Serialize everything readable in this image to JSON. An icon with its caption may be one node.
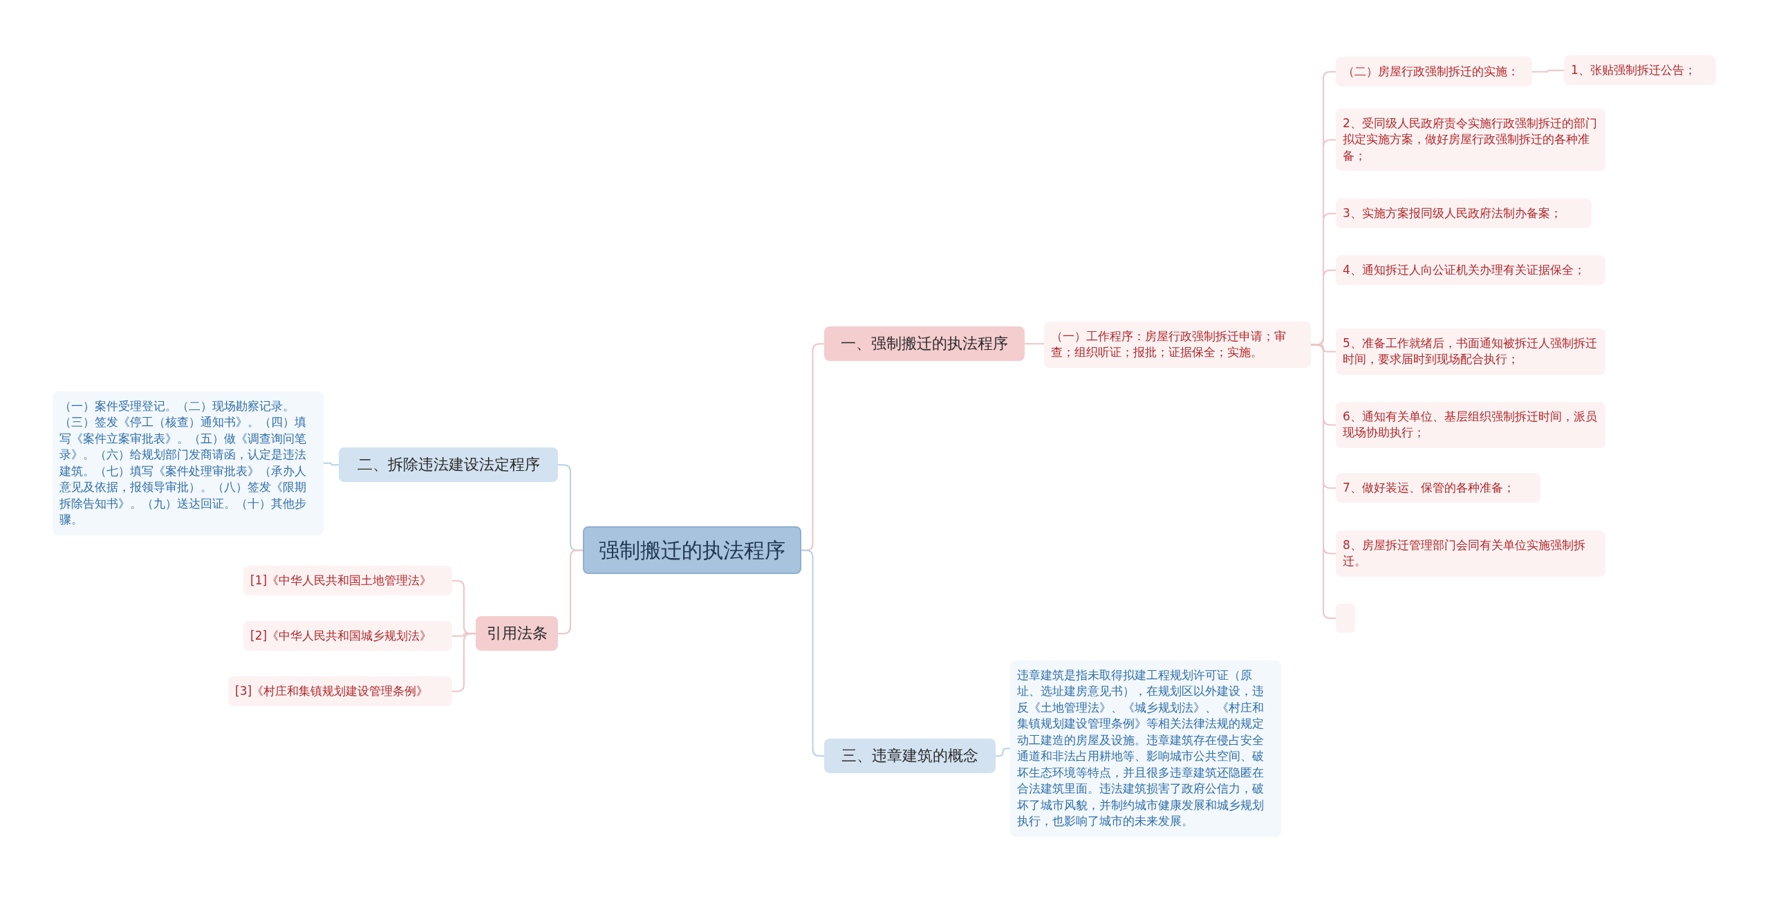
{
  "diagram": {
    "nodes": [
      {
        "text": [
          "强制搬迁的执法程序"
        ]
      },
      {
        "text": [
          "一、强制搬迁的执法程序"
        ]
      },
      {
        "text": [
          "（一）工作程序：房屋行政强制拆迁申请；审查；组织听证；报批；证据保全；实施。"
        ]
      },
      {
        "text": [
          "（二）房屋行政强制拆迁的实施："
        ]
      },
      {
        "text": [
          "1、张贴强制拆迁公告；"
        ]
      },
      {
        "text": [
          "2、受同级人民政府责令实施行政强制拆迁的部门拟定实施方案，做好房屋行政强制拆迁的各种准备；"
        ]
      },
      {
        "text": [
          "3、实施方案报同级人民政府法制办备案；"
        ]
      },
      {
        "text": [
          "4、通知拆迁人向公证机关办理有关证据保全；"
        ]
      },
      {
        "text": [
          "5、准备工作就绪后，书面通知被拆迁人强制拆迁时间，要求届时到现场配合执行；"
        ]
      },
      {
        "text": [
          "6、通知有关单位、基层组织强制拆迁时间，派员现场协助执行；"
        ]
      },
      {
        "text": [
          "7、做好装运、保管的各种准备；"
        ]
      },
      {
        "text": [
          "8、房屋拆迁管理部门会同有关单位实施强制拆迁。"
        ]
      },
      {
        "text": [],
        "shape": "box"
      },
      {
        "text": [
          "二、拆除违法建设法定程序"
        ]
      },
      {
        "text": [
          "（一）案件受理登记。（二）现场勘察记录。（三）签发《停工（核查）通知书》。（四）填写《案件立案审批表》。（五）做《调查询问笔录》。（六）给规划部门发商请函，认定是违法建筑。（七）填写《案件处理审批表》（承办人意见及依据，报领导审批）。（八）签发《限期拆除告知书》。（九）送达回证。（十）其他步骤。"
        ]
      },
      {
        "text": [
          "引用法条"
        ]
      },
      {
        "text": [
          "[1]《中华人民共和国土地管理法》"
        ]
      },
      {
        "text": [
          "[2]《中华人民共和国城乡规划法》"
        ]
      },
      {
        "text": [
          "[3]《村庄和集镇规划建设管理条例》"
        ]
      },
      {
        "text": [
          "三、违章建筑的概念"
        ]
      },
      {
        "text": [
          "违章建筑是指未取得拟建工程规划许可证（原址、选址建房意见书），在规划区以外建设，违反《土地管理法》、《城乡规划法》、《村庄和集镇规划建设管理条例》等相关法律法规的规定动工建造的房屋及设施。违章建筑存在侵占安全通道和非法占用耕地等、影响城市公共空间、破坏生态环境等特点，并且很多违章建筑还隐匿在合法建筑里面。违法建筑损害了政府公信力，破坏了城市风貌，并制约城市健康发展和城乡规划执行，也影响了城市的未来发展。"
        ]
      }
    ],
    "edges": [
      {
        "from": 0,
        "to": 1,
        "arrow": "none"
      },
      {
        "from": 1,
        "to": 2,
        "arrow": "none"
      },
      {
        "from": 2,
        "to": 3,
        "arrow": "none"
      },
      {
        "from": 3,
        "to": 4,
        "arrow": "none"
      },
      {
        "from": 2,
        "to": 5,
        "arrow": "none"
      },
      {
        "from": 2,
        "to": 6,
        "arrow": "none"
      },
      {
        "from": 2,
        "to": 7,
        "arrow": "none"
      },
      {
        "from": 2,
        "to": 8,
        "arrow": "none"
      },
      {
        "from": 2,
        "to": 9,
        "arrow": "none"
      },
      {
        "from": 2,
        "to": 10,
        "arrow": "none"
      },
      {
        "from": 2,
        "to": 11,
        "arrow": "none"
      },
      {
        "from": 2,
        "to": 12,
        "arrow": "none"
      },
      {
        "from": 0,
        "to": 13,
        "arrow": "none",
        "color": "#b9d0e6"
      },
      {
        "from": 13,
        "to": 14,
        "arrow": "none",
        "color": "#b9d0e6"
      },
      {
        "from": 0,
        "to": 15,
        "arrow": "none"
      },
      {
        "from": 15,
        "to": 16,
        "arrow": "none"
      },
      {
        "from": 15,
        "to": 17,
        "arrow": "none"
      },
      {
        "from": 15,
        "to": 18,
        "arrow": "none"
      },
      {
        "from": 0,
        "to": 19,
        "arrow": "none",
        "color": "#b9d0e6"
      },
      {
        "from": 19,
        "to": 20,
        "arrow": "none",
        "color": "#b9d0e6"
      }
    ]
  }
}
